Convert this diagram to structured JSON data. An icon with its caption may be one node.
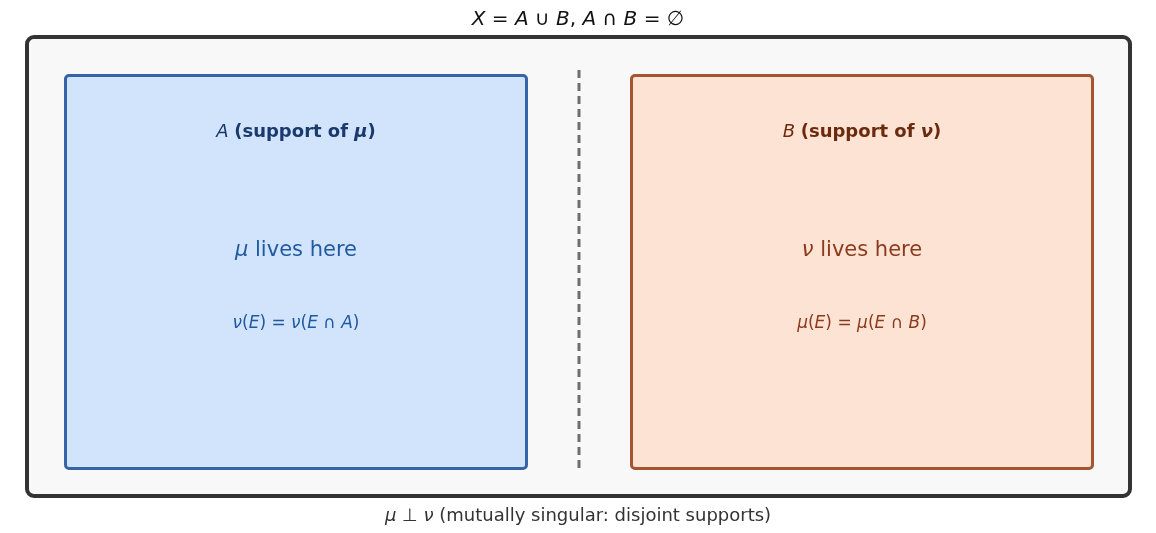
{
  "diagram": {
    "title": "*X* = *A* ∪ *B*,  *A* ∩ *B* = ∅",
    "caption": "*μ* ⊥ *ν*  (mutually singular: disjoint supports)",
    "nodes": [
      {
        "text": [],
        "shape": "box"
      },
      {
        "text": [
          "*A*  **(support of *μ*)**",
          "*μ* lives here",
          "*ν*(*E*) = *ν*(*E* ∩ *A*)"
        ],
        "in": 0
      },
      {
        "text": [
          "*B*  **(support of *ν*)**",
          "*ν* lives here",
          "*μ*(*E*) = *μ*(*E* ∩ *B*)"
        ],
        "in": 0
      }
    ]
  }
}
